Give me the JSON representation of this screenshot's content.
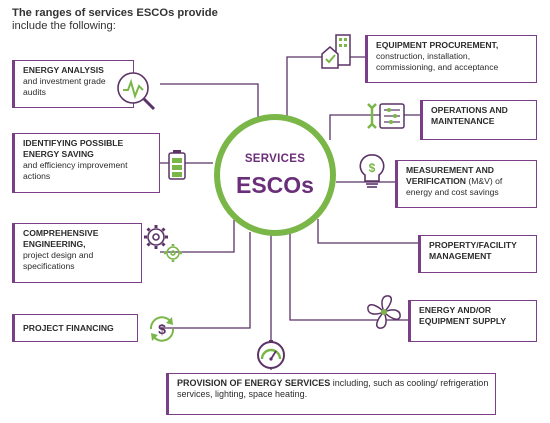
{
  "intro": {
    "bold": "The ranges of services ESCOs provide",
    "rest": "include the following:"
  },
  "center": {
    "title": "SERVICES",
    "main": "ESCOs"
  },
  "colors": {
    "green": "#7ab648",
    "purple": "#7a3f86",
    "line": "#5b3367"
  },
  "services": [
    {
      "title": "ENERGY ANALYSIS",
      "desc": "and investment grade audits",
      "icon": "monitor-magnifier-icon"
    },
    {
      "title": "IDENTIFYING POSSIBLE ENERGY SAVING",
      "desc": "and efficiency improvement actions",
      "icon": "battery-icon"
    },
    {
      "title": "COMPREHENSIVE ENGINEERING,",
      "desc": "project design and specifications",
      "icon": "gears-icon"
    },
    {
      "title": "PROJECT FINANCING",
      "desc": "",
      "icon": "dollar-cycle-icon"
    },
    {
      "title": "EQUIPMENT PROCUREMENT,",
      "desc": "construction, installation, commissioning, and acceptance",
      "icon": "building-check-icon"
    },
    {
      "title": "OPERATIONS AND MAINTENANCE",
      "desc": "",
      "icon": "tools-panel-icon"
    },
    {
      "title": "MEASUREMENT AND VERIFICATION",
      "desc": "(M&V) of energy and cost savings",
      "icon": "bulb-dollar-icon"
    },
    {
      "title": "PROPERTY/FACILITY MANAGEMENT",
      "desc": "",
      "icon": ""
    },
    {
      "title": "ENERGY AND/OR EQUIPMENT SUPPLY",
      "desc": "",
      "icon": "fan-icon"
    },
    {
      "title": "PROVISION OF ENERGY SERVICES",
      "desc": "including, such as cooling/ refrigeration services, lighting, space heating.",
      "icon": "gauge-icon"
    }
  ]
}
